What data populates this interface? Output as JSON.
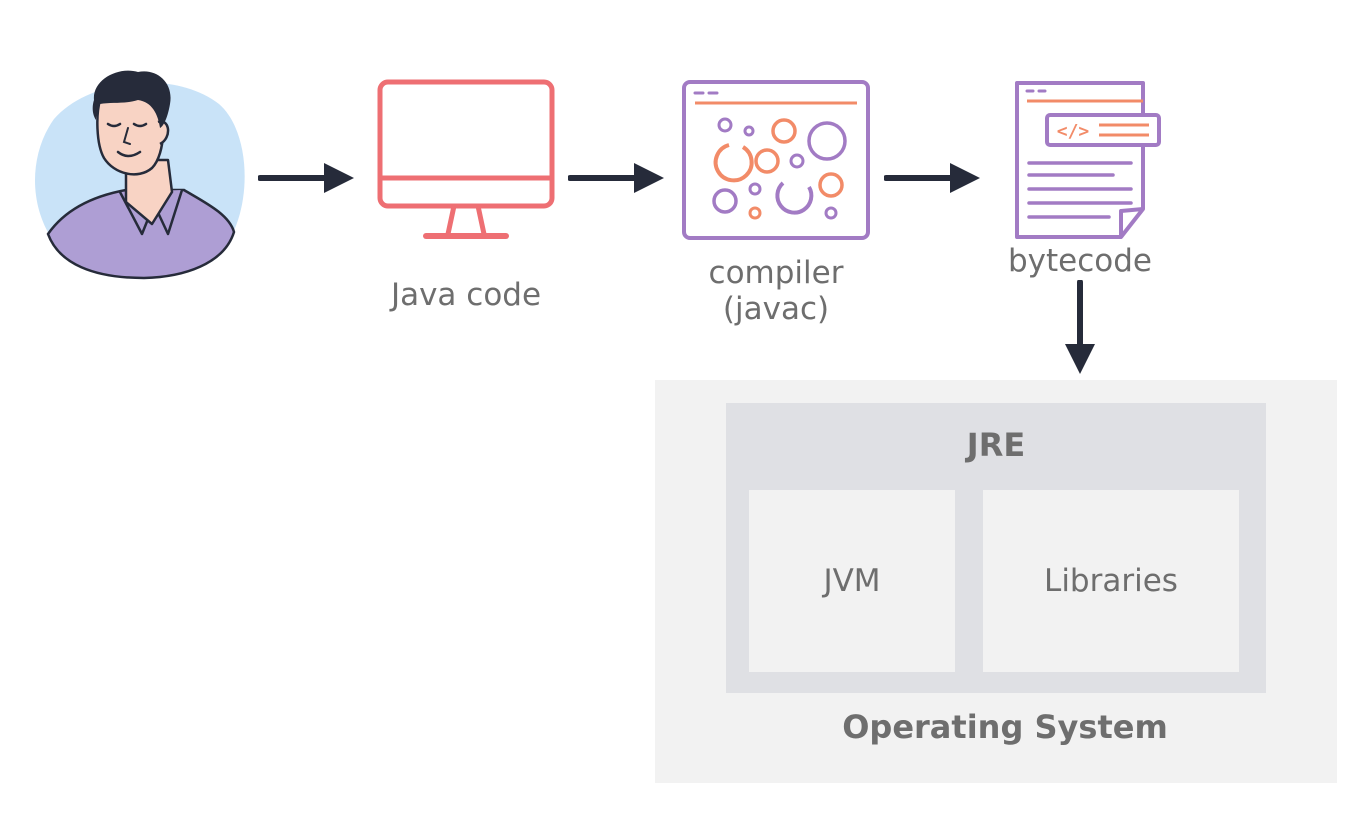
{
  "diagram": {
    "steps": {
      "developer": {
        "icon": "developer-avatar-icon"
      },
      "source": {
        "icon": "monitor-icon",
        "label": "Java code"
      },
      "compiler": {
        "icon": "compiler-window-icon",
        "label_line1": "compiler",
        "label_line2": "(javac)"
      },
      "bytecode": {
        "icon": "code-document-icon",
        "label": "bytecode",
        "badge": "</>"
      }
    },
    "runtime": {
      "jre_label": "JRE",
      "jvm_label": "JVM",
      "libraries_label": "Libraries",
      "os_label": "Operating System"
    },
    "colors": {
      "arrow": "#262b3a",
      "monitor": "#ee6f73",
      "purple": "#a27bc4",
      "orange": "#f28b68",
      "os_bg": "#f2f2f2",
      "jre_bg": "#dfe0e4",
      "avatar_bg": "#c9e3f8",
      "shirt": "#ae9ed4"
    }
  }
}
